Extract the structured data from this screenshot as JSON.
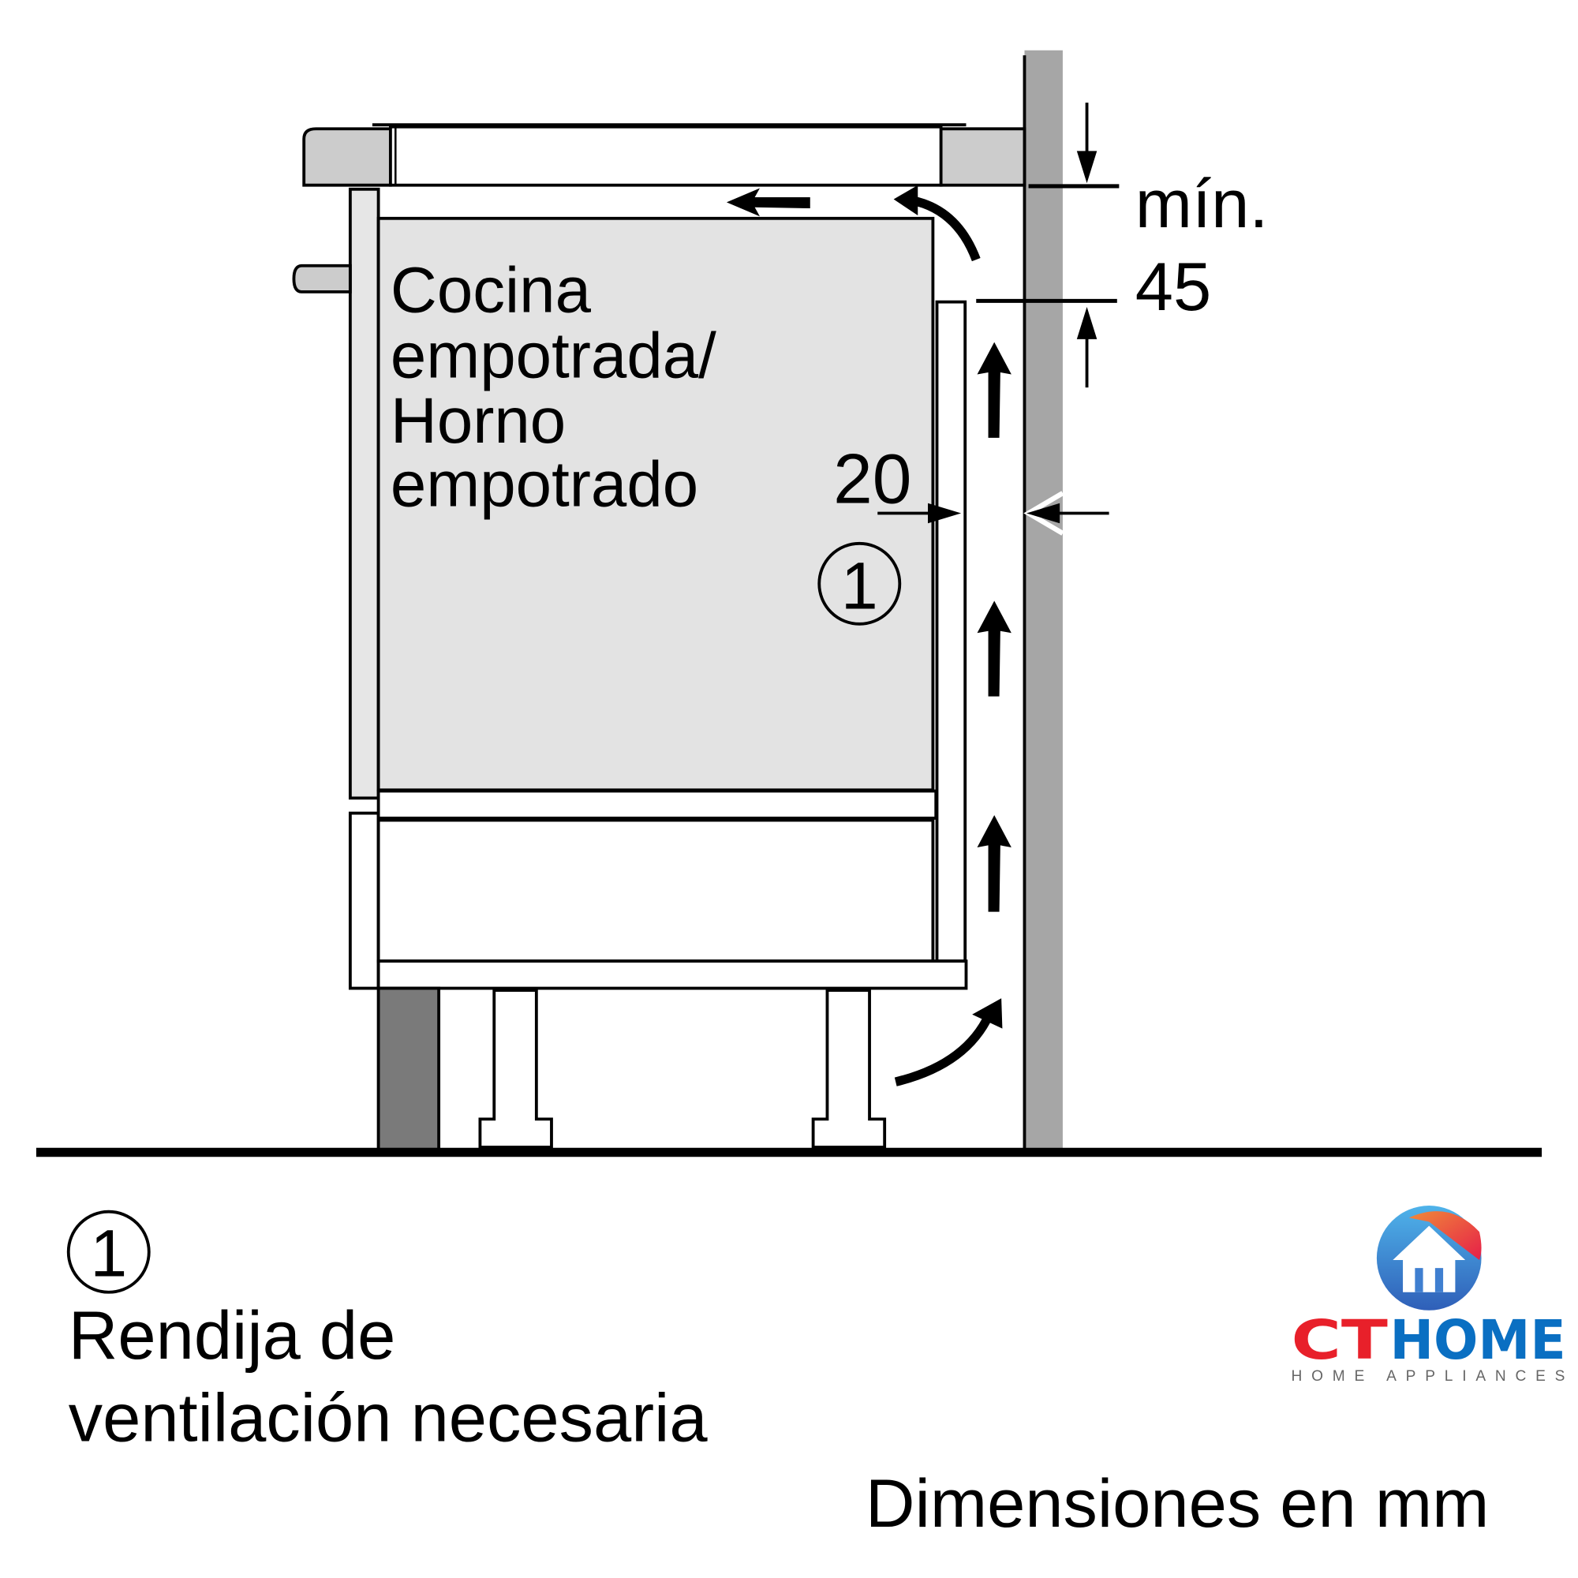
{
  "diagram": {
    "appliance_label_lines": [
      "Cocina",
      "empotrada/",
      "Horno",
      "empotrado"
    ],
    "gap_dimension": "20",
    "min_label": "mín.",
    "min_value": "45",
    "callout_number": "1",
    "legend": {
      "number": "1",
      "lines": [
        "Rendija de",
        "ventilación necesaria"
      ]
    },
    "units_note": "Dimensiones en mm"
  },
  "watermark": {
    "brand_part1": "CT",
    "brand_part2": "HOME",
    "tagline": "HOME APPLIANCES",
    "colors": {
      "red": "#e8202a",
      "blue": "#0a6fc2",
      "gray": "#666666"
    }
  },
  "colors": {
    "wall": "#a6a6a6",
    "countertop": "#cccccc",
    "oven": "#e3e3e3",
    "plinth": "#7a7a7a"
  }
}
